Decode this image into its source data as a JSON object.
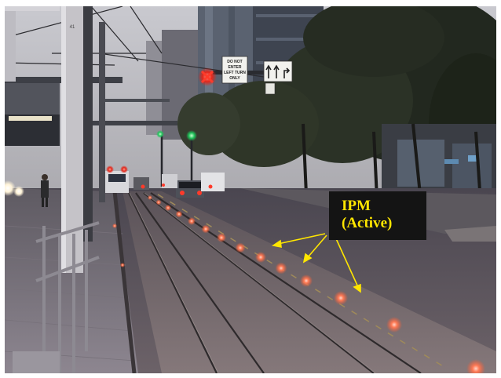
{
  "callout": {
    "line1": "IPM",
    "line2": "(Active)",
    "text_color": "#ffe600",
    "box_color": "#141414",
    "arrow_color": "#ffe600"
  },
  "signs": {
    "do_not_enter_line1": "DO NOT",
    "do_not_enter_line2": "ENTER",
    "do_not_enter_line3": "LEFT TURN",
    "do_not_enter_line4": "ONLY",
    "lane_sign_icon": "lane-arrows-icon"
  },
  "pole_label": "41"
}
